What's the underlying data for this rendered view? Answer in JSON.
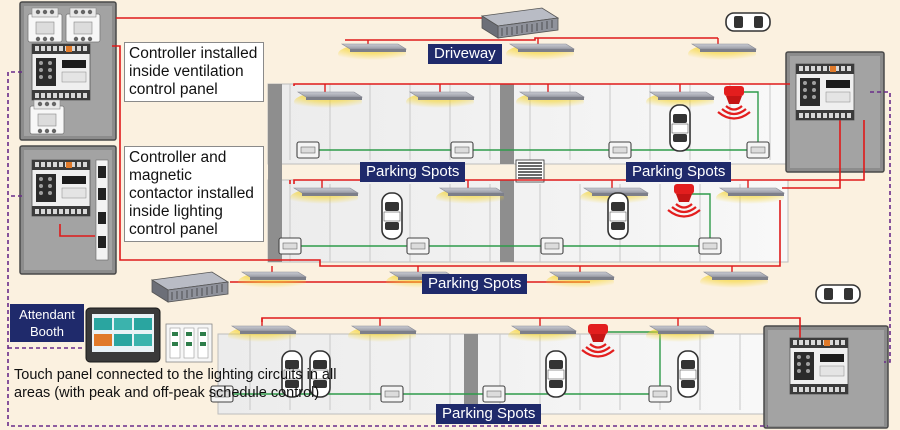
{
  "labels": {
    "ventilation_note": "Controller installed inside ventilation control panel",
    "lighting_note": "Controller and magnetic contactor installed inside lighting control panel",
    "driveway": "Driveway",
    "parking_spots": "Parking Spots",
    "attendant_booth": "Attendant Booth",
    "touch_panel_note": "Touch panel connected to the lighting circuits in all areas (with peak and off-peak schedule control)"
  },
  "colors": {
    "background": "#fbf1e0",
    "control_wire": "#e01a1a",
    "sensor_wire": "#2e9b4a",
    "network_wire": "#6a2c8a",
    "tag_fill": "#1f2a6b",
    "panel_fill": "#8c8c8c",
    "lamp_glow": "#f6d428",
    "alarm_red": "#e31e1e"
  },
  "icons": {
    "car": "car-icon",
    "lamp": "ceiling-lamp-icon",
    "sensor": "occupancy-sensor-icon",
    "alarm": "co-alarm-icon",
    "fan": "ventilation-fan-icon",
    "controller": "controller-module-icon",
    "contactor": "magnetic-contactor-icon",
    "touch_panel": "touch-panel-icon"
  }
}
